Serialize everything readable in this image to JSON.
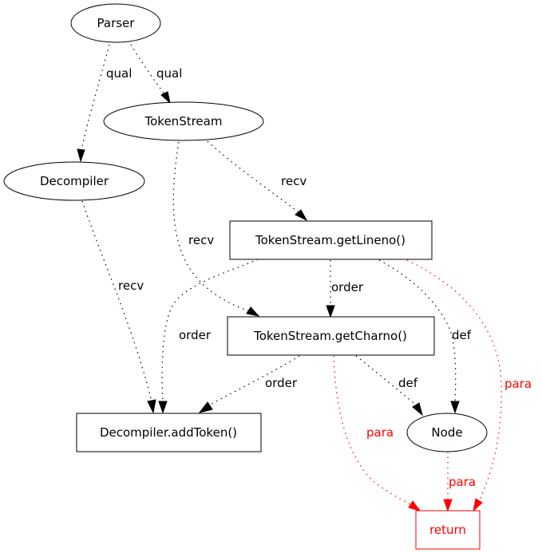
{
  "graph": {
    "nodes": [
      {
        "id": "parser",
        "label": "Parser",
        "shape": "ellipse",
        "color": "#000000"
      },
      {
        "id": "tokenstream",
        "label": "TokenStream",
        "shape": "ellipse",
        "color": "#000000"
      },
      {
        "id": "decompiler",
        "label": "Decompiler",
        "shape": "ellipse",
        "color": "#000000"
      },
      {
        "id": "getlineno",
        "label": "TokenStream.getLineno()",
        "shape": "box",
        "color": "#000000"
      },
      {
        "id": "getcharno",
        "label": "TokenStream.getCharno()",
        "shape": "box",
        "color": "#000000"
      },
      {
        "id": "addtoken",
        "label": "Decompiler.addToken()",
        "shape": "box",
        "color": "#000000"
      },
      {
        "id": "node",
        "label": "Node",
        "shape": "ellipse",
        "color": "#000000"
      },
      {
        "id": "return",
        "label": "return",
        "shape": "box",
        "color": "#ff0000"
      }
    ],
    "edges": [
      {
        "from": "parser",
        "to": "decompiler",
        "label": "qual",
        "color": "#000000"
      },
      {
        "from": "parser",
        "to": "tokenstream",
        "label": "qual",
        "color": "#000000"
      },
      {
        "from": "tokenstream",
        "to": "getlineno",
        "label": "recv",
        "color": "#000000"
      },
      {
        "from": "tokenstream",
        "to": "getcharno",
        "label": "recv",
        "color": "#000000"
      },
      {
        "from": "decompiler",
        "to": "addtoken",
        "label": "recv",
        "color": "#000000"
      },
      {
        "from": "getlineno",
        "to": "getcharno",
        "label": "order",
        "color": "#000000"
      },
      {
        "from": "getlineno",
        "to": "addtoken",
        "label": "order",
        "color": "#000000"
      },
      {
        "from": "getlineno",
        "to": "node",
        "label": "def",
        "color": "#000000"
      },
      {
        "from": "getlineno",
        "to": "return",
        "label": "para",
        "color": "#ff0000"
      },
      {
        "from": "getcharno",
        "to": "addtoken",
        "label": "order",
        "color": "#000000"
      },
      {
        "from": "getcharno",
        "to": "node",
        "label": "def",
        "color": "#000000"
      },
      {
        "from": "getcharno",
        "to": "return",
        "label": "para",
        "color": "#ff0000"
      },
      {
        "from": "node",
        "to": "return",
        "label": "para",
        "color": "#ff0000"
      }
    ]
  }
}
